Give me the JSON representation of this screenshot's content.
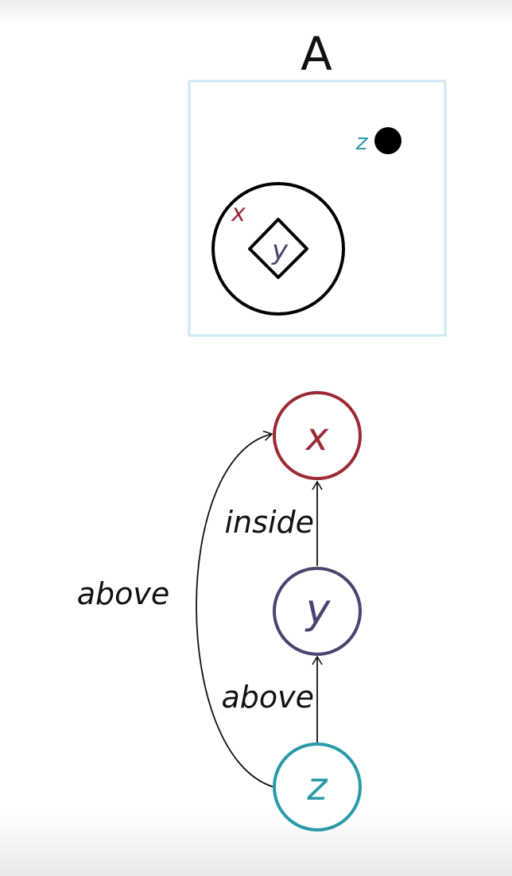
{
  "scene": {
    "title": "A",
    "objects": {
      "x": "x",
      "y": "y",
      "z": "z"
    }
  },
  "graph": {
    "nodes": {
      "x": "x",
      "y": "y",
      "z": "z"
    },
    "edges": {
      "y_to_x": "inside",
      "z_to_y": "above",
      "z_to_x": "above"
    }
  },
  "colors": {
    "x": "#9b2a35",
    "y": "#4b4470",
    "z": "#2a9aa8",
    "frame": "#cde8f7",
    "ink": "#111111"
  }
}
